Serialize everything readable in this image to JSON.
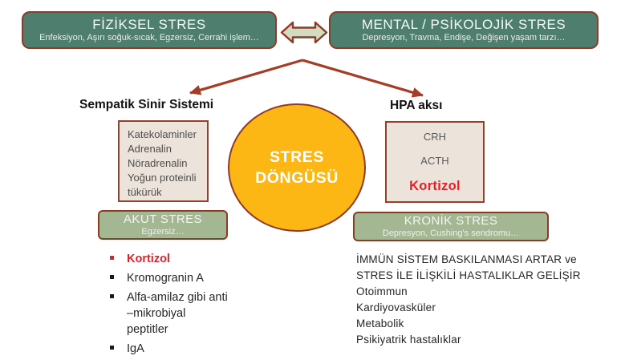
{
  "slide": {
    "physical_stress": {
      "title": "FİZİKSEL STRES",
      "subtitle": "Enfeksiyon, Aşırı soğuk-sıcak, Egzersiz, Cerrahi işlem…"
    },
    "mental_stress": {
      "title": "MENTAL / PSİKOLOJİK STRES",
      "subtitle": "Depresyon, Travma, Endişe, Değişen yaşam tarzı…"
    },
    "left_branch_heading": "Sempatik Sinir Sistemi",
    "right_branch_heading": "HPA aksı",
    "center_circle": {
      "line1": "STRES",
      "line2": "DÖNGÜSÜ"
    },
    "sympathetic_box": {
      "lines": [
        "Katekolaminler",
        "Adrenalin",
        "Nöradrenalin",
        "Yoğun proteinli",
        "tükürük"
      ]
    },
    "hpa_box": {
      "line1": "CRH",
      "line2": "ACTH",
      "highlight": "Kortizol"
    },
    "acute_stress": {
      "title": "AKUT STRES",
      "subtitle": "Egzersiz…"
    },
    "chronic_stress": {
      "title": "KRONİK STRES",
      "subtitle": "Depresyon, Cushing's sendromu…"
    },
    "acute_markers": {
      "items": [
        "Kortizol",
        "Kromogranin A",
        "Alfa-amilaz gibi anti –mikrobiyal peptitler",
        "IgA"
      ]
    },
    "chronic_outcomes": {
      "lines": [
        "İMMÜN SİSTEM BASKILANMASI ARTAR ve",
        "STRES İLE İLİŞKİLİ HASTALIKLAR GELİŞİR",
        "Otoimmun",
        "Kardiyovasküler",
        "Metabolik",
        "Psikiyatrik hastalıklar"
      ]
    }
  },
  "colors": {
    "header_green": "#4e7f6e",
    "rust_border": "#8e3a27",
    "arrow_rust": "#a53d26",
    "sage_fill": "#d3dcc0",
    "beige_fill": "#ece4da",
    "circle_orange": "#fdb714",
    "light_green": "#a3b793",
    "accent_red": "#ec1c24"
  }
}
